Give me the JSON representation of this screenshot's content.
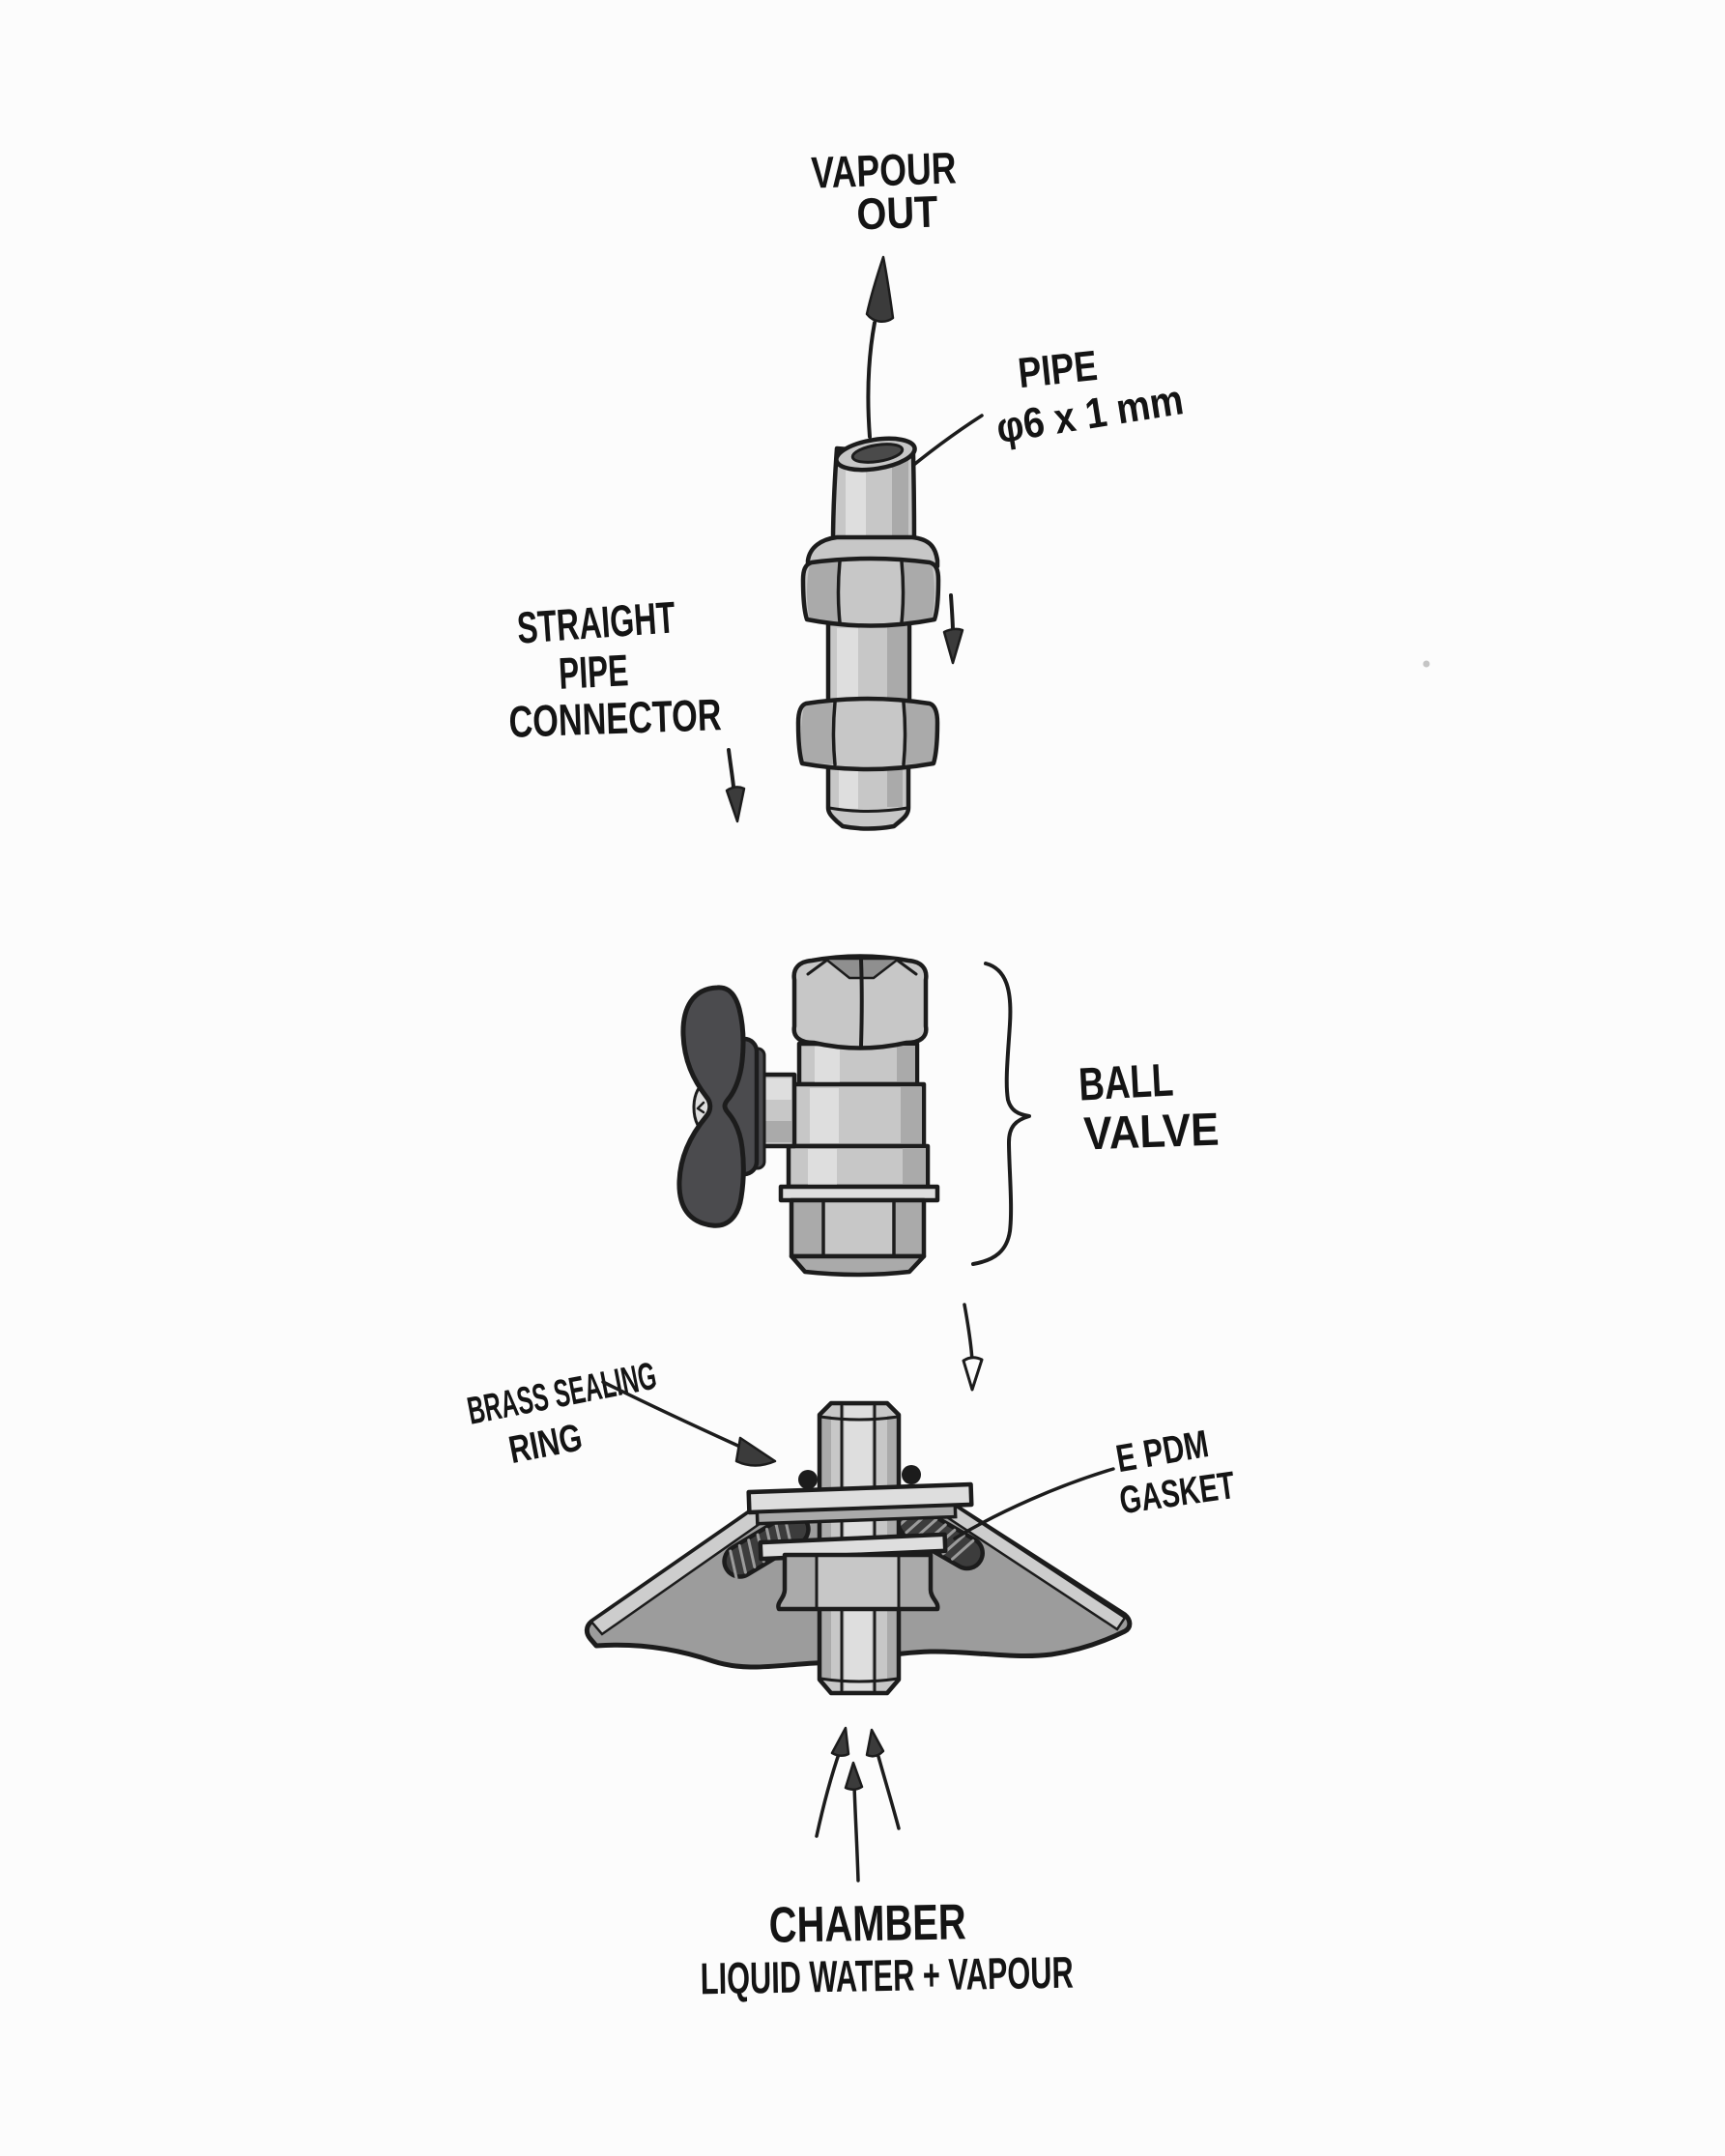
{
  "meta": {
    "description": "Hand-drawn exploded assembly diagram of a chamber vapour outlet: straight pipe connector, ball valve, and flange with brass sealing ring and EPDM gasket"
  },
  "labels": {
    "vapour_out": {
      "line1": "VAPOUR",
      "line2": "OUT"
    },
    "pipe": {
      "line1": "PIPE",
      "line2": "φ6 x 1 mm"
    },
    "straight_pipe_connector": {
      "line1": "STRAIGHT",
      "line2": "PIPE",
      "line3": "CONNECTOR"
    },
    "ball_valve": {
      "line1": "BALL",
      "line2": "VALVE"
    },
    "brass_sealing_ring": {
      "line1": "BRASS SEALING",
      "line2": "RING"
    },
    "epdm_gasket": {
      "line1": "E PDM",
      "line2": "GASKET"
    },
    "chamber": {
      "line1": "CHAMBER",
      "line2": "LIQUID WATER + VAPOUR"
    }
  },
  "colors": {
    "background": "#fcfcfc",
    "ink": "#1c1c1c",
    "metal_light": "#dedede",
    "metal": "#c7c7c7",
    "metal_shadow": "#aaaaaa",
    "metal_dark": "#8f8f8f",
    "handle_dark": "#4b4b4e",
    "pipe_bore": "#4a4a4a",
    "wall_gray": "#9c9c9c",
    "wall_edge": "#cdcdcd",
    "cavity_gray": "#707070",
    "gasket_dark": "#3c3c3c",
    "gasket_hatch": "#9b9b9b"
  }
}
